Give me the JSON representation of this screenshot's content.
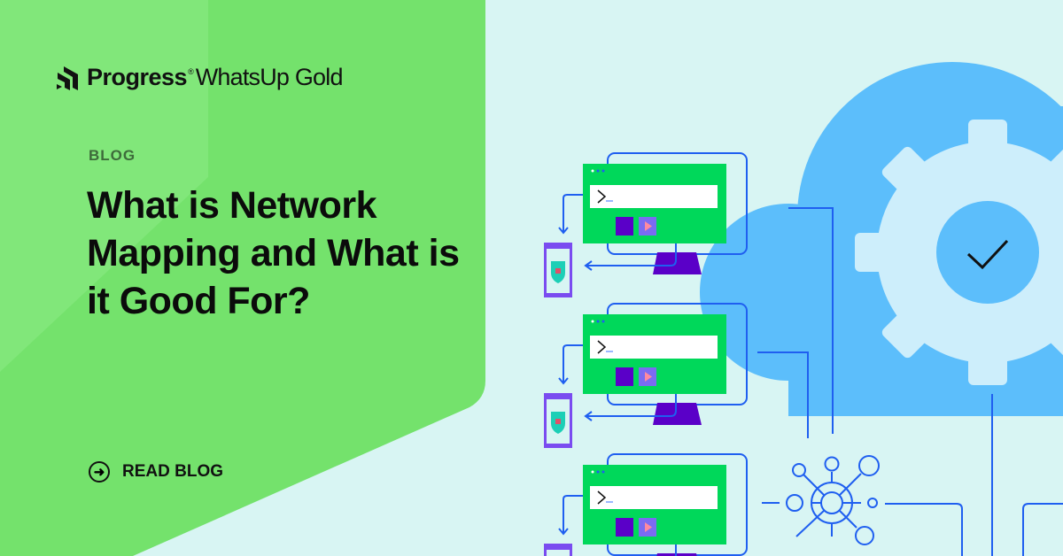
{
  "brand": {
    "company": "Progress",
    "product": "WhatsUp Gold",
    "registered": "®"
  },
  "eyebrow": "BLOG",
  "title": "What is Network Mapping and What is it Good For?",
  "cta": {
    "label": "READ BLOG",
    "icon": "arrow-right-circle-icon"
  },
  "terminal_prompt": ">_",
  "colors": {
    "panel_green": "#77e36f",
    "background": "#d8f5f3",
    "cloud_blue": "#5cbefb",
    "gear": "#cdeefb",
    "line_blue": "#1f5ff0",
    "monitor_green": "#00d85a",
    "purple": "#5a00c8"
  }
}
